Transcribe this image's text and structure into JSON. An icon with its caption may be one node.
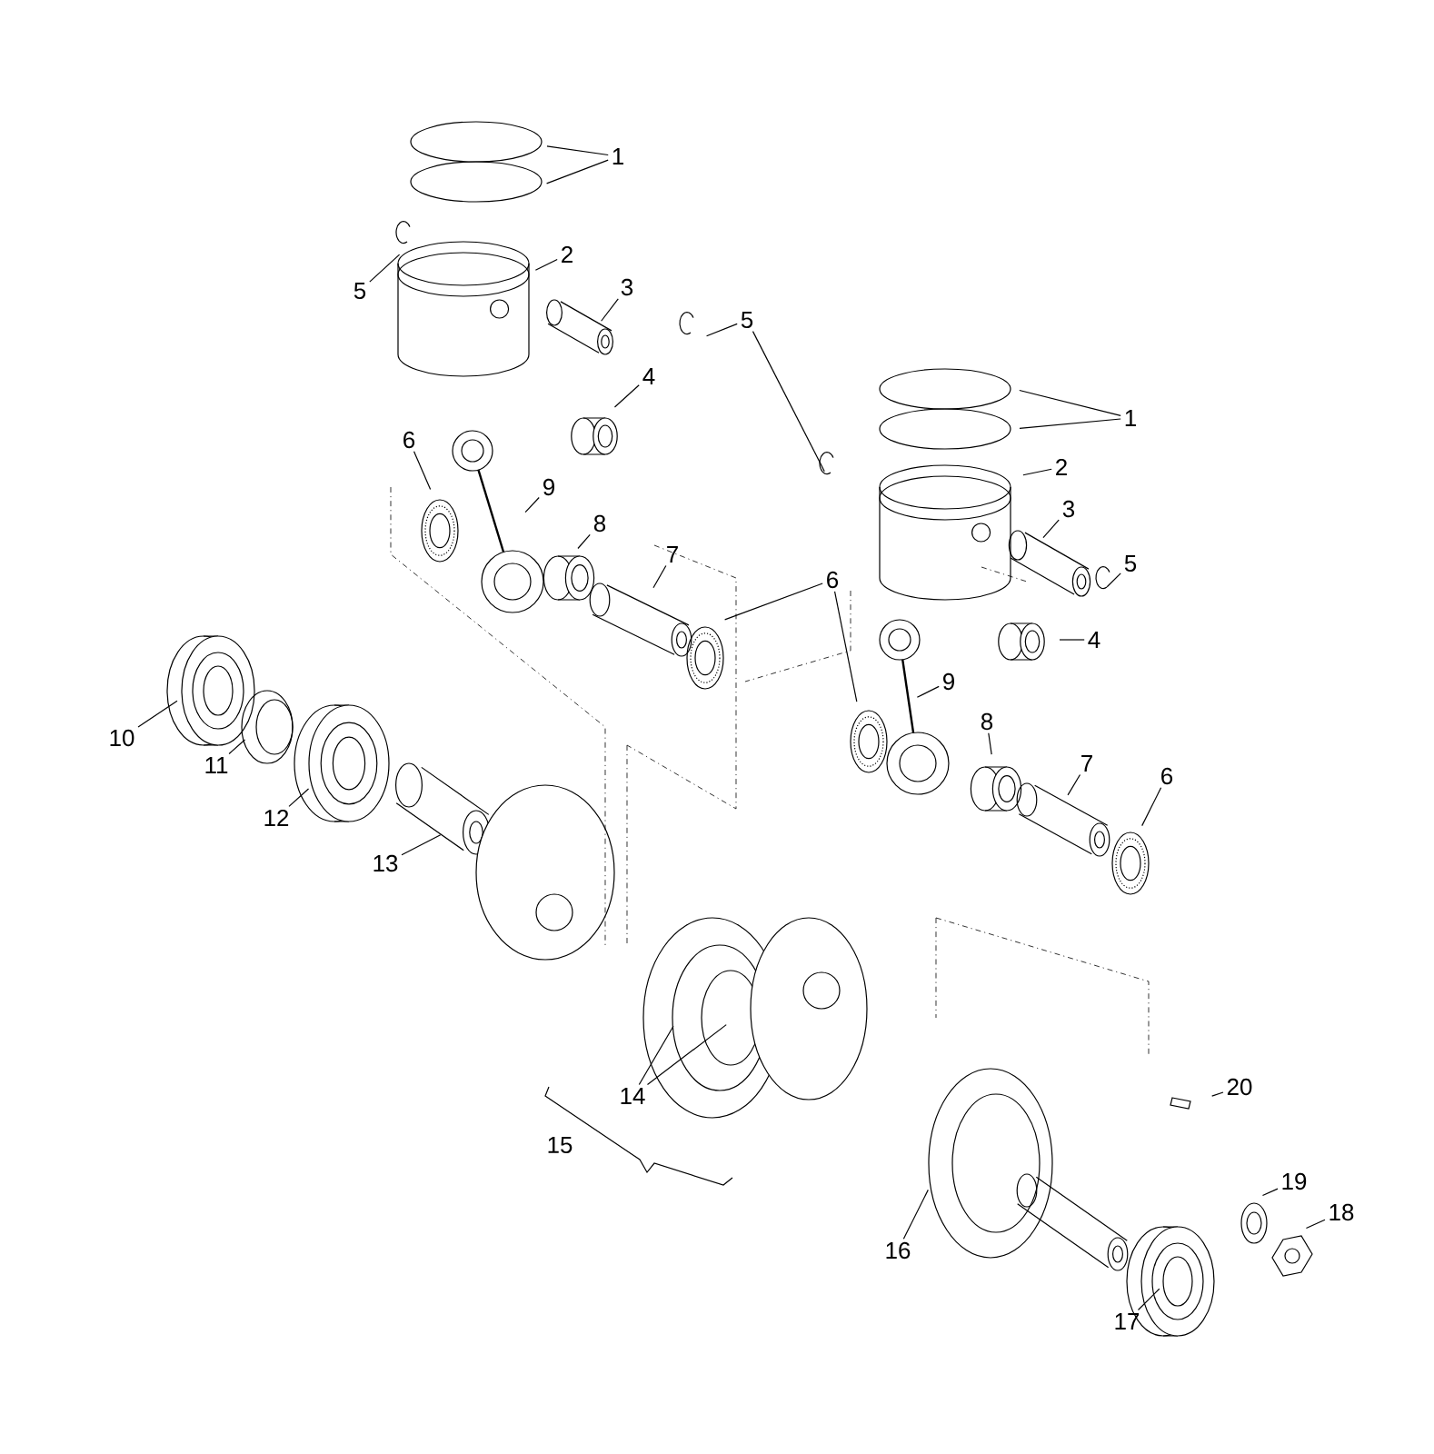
{
  "diagram": {
    "nodes": [
      {
        "text": [
          "1"
        ]
      },
      {
        "text": [
          "5"
        ]
      },
      {
        "text": [
          "2"
        ]
      },
      {
        "text": [
          "3"
        ]
      },
      {
        "text": [
          "4"
        ]
      },
      {
        "text": [
          "5"
        ]
      },
      {
        "text": [
          "6"
        ]
      },
      {
        "text": [
          "9"
        ]
      },
      {
        "text": [
          "8"
        ]
      },
      {
        "text": [
          "7"
        ]
      },
      {
        "text": [
          "1"
        ]
      },
      {
        "text": [
          "2"
        ]
      },
      {
        "text": [
          "3"
        ]
      },
      {
        "text": [
          "5"
        ]
      },
      {
        "text": [
          "6"
        ]
      },
      {
        "text": [
          "4"
        ]
      },
      {
        "text": [
          "9"
        ]
      },
      {
        "text": [
          "8"
        ]
      },
      {
        "text": [
          "7"
        ]
      },
      {
        "text": [
          "6"
        ]
      },
      {
        "text": [
          "10"
        ]
      },
      {
        "text": [
          "11"
        ]
      },
      {
        "text": [
          "12"
        ]
      },
      {
        "text": [
          "13"
        ]
      },
      {
        "text": [
          "14"
        ]
      },
      {
        "text": [
          "20"
        ]
      },
      {
        "text": [
          "16"
        ]
      },
      {
        "text": [
          "19"
        ]
      },
      {
        "text": [
          "18"
        ]
      },
      {
        "text": [
          "17"
        ]
      }
    ],
    "edges": [
      {
        "from": 0,
        "to": null,
        "arrow": "none"
      },
      {
        "from": 0,
        "to": null,
        "arrow": "none"
      },
      {
        "from": 1,
        "to": null,
        "arrow": "none"
      },
      {
        "from": 2,
        "to": null,
        "arrow": "none"
      },
      {
        "from": 3,
        "to": null,
        "arrow": "none"
      },
      {
        "from": 4,
        "to": null,
        "arrow": "none"
      },
      {
        "from": 5,
        "to": null,
        "arrow": "none"
      },
      {
        "from": 5,
        "to": null,
        "arrow": "none"
      },
      {
        "from": 6,
        "to": null,
        "arrow": "none"
      },
      {
        "from": 7,
        "to": null,
        "arrow": "none"
      },
      {
        "from": 8,
        "to": null,
        "arrow": "none"
      },
      {
        "from": 9,
        "to": null,
        "arrow": "none"
      },
      {
        "from": 10,
        "to": null,
        "arrow": "none"
      },
      {
        "from": 10,
        "to": null,
        "arrow": "none"
      },
      {
        "from": 11,
        "to": null,
        "arrow": "none"
      },
      {
        "from": 12,
        "to": null,
        "arrow": "none"
      },
      {
        "from": 13,
        "to": null,
        "arrow": "none"
      },
      {
        "from": 14,
        "to": null,
        "arrow": "none"
      },
      {
        "from": 14,
        "to": null,
        "arrow": "none"
      },
      {
        "from": 15,
        "to": null,
        "arrow": "none"
      },
      {
        "from": 16,
        "to": null,
        "arrow": "none"
      },
      {
        "from": 17,
        "to": null,
        "arrow": "none"
      },
      {
        "from": 18,
        "to": null,
        "arrow": "none"
      },
      {
        "from": 19,
        "to": null,
        "arrow": "none"
      },
      {
        "from": 20,
        "to": null,
        "arrow": "none"
      },
      {
        "from": 21,
        "to": null,
        "arrow": "none"
      },
      {
        "from": 22,
        "to": null,
        "arrow": "none"
      },
      {
        "from": 23,
        "to": null,
        "arrow": "none"
      },
      {
        "from": 24,
        "to": null,
        "arrow": "none"
      },
      {
        "from": 24,
        "to": null,
        "arrow": "none"
      },
      {
        "from": 25,
        "to": null,
        "arrow": "none"
      },
      {
        "from": 26,
        "to": null,
        "arrow": "none"
      },
      {
        "from": 27,
        "to": null,
        "arrow": "none"
      },
      {
        "from": 28,
        "to": null,
        "arrow": "none"
      },
      {
        "from": 29,
        "to": null,
        "arrow": "none"
      }
    ],
    "labels": [
      "15"
    ]
  }
}
